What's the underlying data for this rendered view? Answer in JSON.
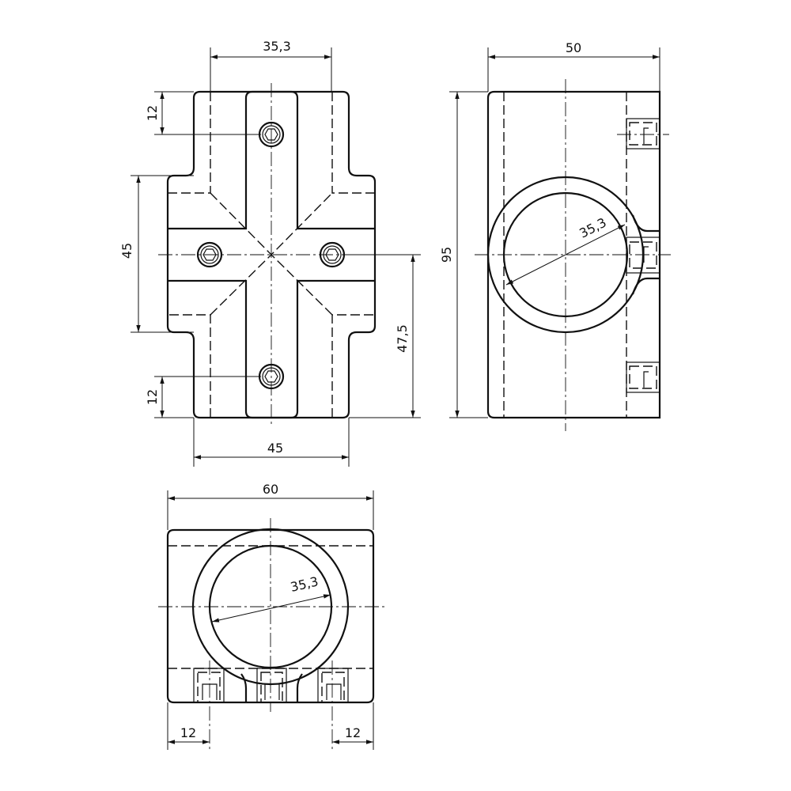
{
  "views": {
    "front": {
      "dims": {
        "top_width": "35,3",
        "top_offset": "12",
        "arm_height": "45",
        "bottom_offset": "12",
        "bottom_width": "45",
        "center_height": "47,5"
      }
    },
    "side": {
      "dims": {
        "width": "50",
        "height": "95",
        "bore": "35,3"
      }
    },
    "bottom": {
      "dims": {
        "width": "60",
        "bore": "35,3",
        "left_offset": "12",
        "right_offset": "12"
      }
    }
  },
  "colors": {
    "line": "#111111",
    "background": "#ffffff"
  }
}
